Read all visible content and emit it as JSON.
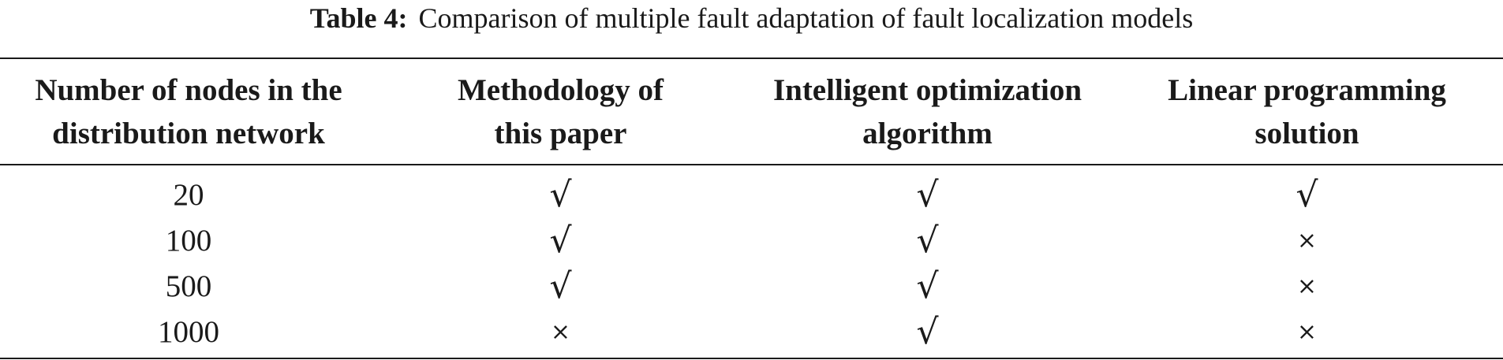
{
  "caption": {
    "label": "Table 4:",
    "text": "Comparison of multiple fault adaptation of fault localization models"
  },
  "table": {
    "headers": [
      [
        "Number of nodes in the",
        "distribution network"
      ],
      [
        "Methodology of",
        "this paper"
      ],
      [
        "Intelligent optimization",
        "algorithm"
      ],
      [
        "Linear programming",
        "solution"
      ]
    ],
    "rows": [
      [
        "20",
        "√",
        "√",
        "√"
      ],
      [
        "100",
        "√",
        "√",
        "×"
      ],
      [
        "500",
        "√",
        "√",
        "×"
      ],
      [
        "1000",
        "×",
        "√",
        "×"
      ]
    ]
  }
}
